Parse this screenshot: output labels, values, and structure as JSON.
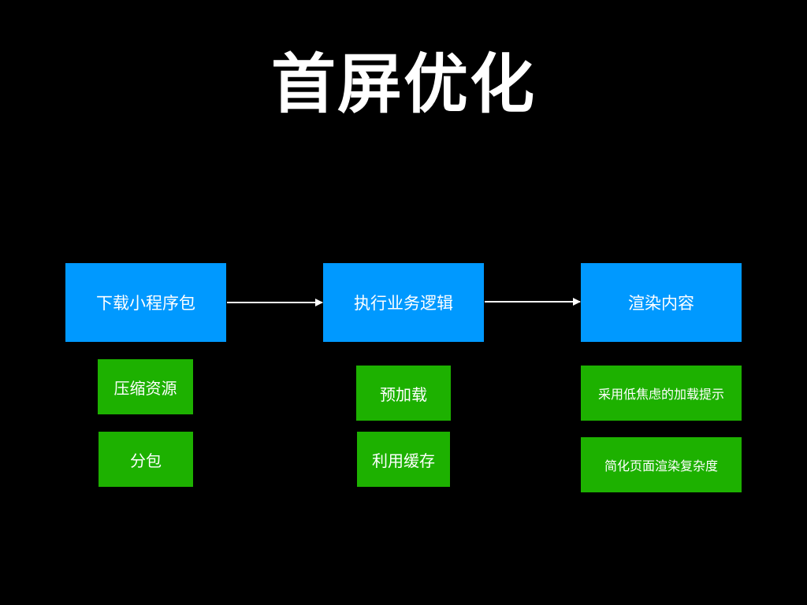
{
  "title": "首屏优化",
  "stages": [
    {
      "label": "下载小程序包",
      "tips": [
        "压缩资源",
        "分包"
      ]
    },
    {
      "label": "执行业务逻辑",
      "tips": [
        "预加载",
        "利用缓存"
      ]
    },
    {
      "label": "渲染内容",
      "tips": [
        "采用低焦虑的加载提示",
        "简化页面渲染复杂度"
      ]
    }
  ],
  "colors": {
    "background": "#000000",
    "stage_box": "#0099ff",
    "tip_box": "#1db100",
    "text": "#ffffff",
    "arrow": "#ffffff"
  }
}
